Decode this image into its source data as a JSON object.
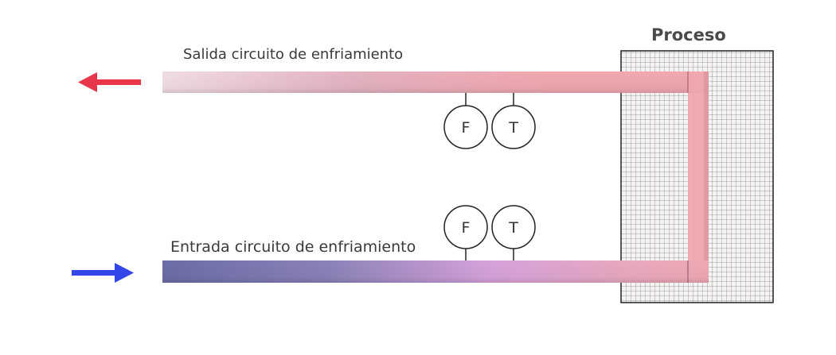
{
  "diagram": {
    "process_title": "Proceso",
    "outlet_label": "Salida circuito de enfriamiento",
    "inlet_label": "Entrada circuito de enfriamiento",
    "outlet_instruments": [
      "F",
      "T"
    ],
    "inlet_instruments": [
      "F",
      "T"
    ],
    "colors": {
      "outlet_arrow": "#e8364a",
      "inlet_arrow": "#3347e8",
      "hot_pipe": "#f0a7ae",
      "cold_pipe": "#6f70a8",
      "mid_pipe": "#d9a0dc"
    }
  }
}
